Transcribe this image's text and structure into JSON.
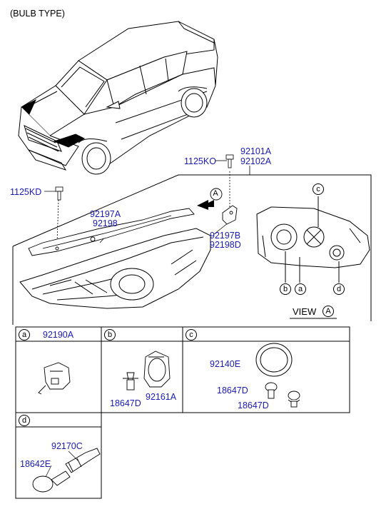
{
  "header": {
    "title": "(BULB TYPE)"
  },
  "main_assembly": {
    "labels": {
      "headlamp_pair": [
        "92101A",
        "92102A"
      ],
      "screw_top": "1125KO",
      "screw_left": "1125KD",
      "garnish": [
        "92197A",
        "92198"
      ],
      "bracket": [
        "92197B",
        "92198D"
      ]
    },
    "view_arrow_letter": "A",
    "rear_view": {
      "title": "VIEW",
      "letter": "A",
      "callouts": [
        "c",
        "b",
        "a",
        "d"
      ]
    }
  },
  "sub_panels": [
    {
      "id": "a",
      "parts": [
        "92190A"
      ]
    },
    {
      "id": "b",
      "parts": [
        "18647D",
        "92161A"
      ]
    },
    {
      "id": "c",
      "parts": [
        "92140E",
        "18647D",
        "18647D"
      ]
    },
    {
      "id": "d",
      "parts": [
        "92170C",
        "18642E"
      ]
    }
  ],
  "colors": {
    "part_number": "#1a1ab8",
    "line": "#000000",
    "background": "#ffffff"
  }
}
